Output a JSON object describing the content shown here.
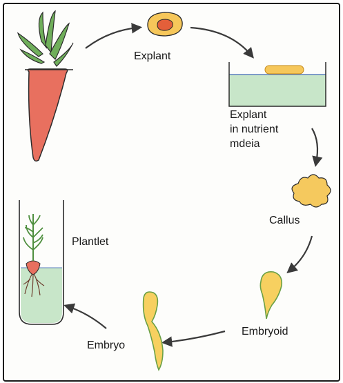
{
  "labels": {
    "explant": "Explant",
    "explant_in_media": "Explant\nin nutrient\nmdeia",
    "callus": "Callus",
    "embryoid": "Embryoid",
    "embryo": "Embryo",
    "plantlet": "Plantlet"
  },
  "colors": {
    "carrot": "#e8705f",
    "carrot_outline": "#2b2b2b",
    "leaf": "#6fae5a",
    "explant_yellow": "#f6c75a",
    "explant_core": "#e35f3a",
    "medium": "#c8e6c9",
    "callus": "#f5c95e",
    "embryo_yellow": "#f7d060",
    "embryo_outline": "#6aa046",
    "arrow": "#3a3a3a"
  },
  "icons": [
    "carrot-icon",
    "explant-slice-icon",
    "culture-dish-icon",
    "callus-icon",
    "embryoid-icon",
    "embryo-icon",
    "test-tube-plantlet-icon"
  ]
}
